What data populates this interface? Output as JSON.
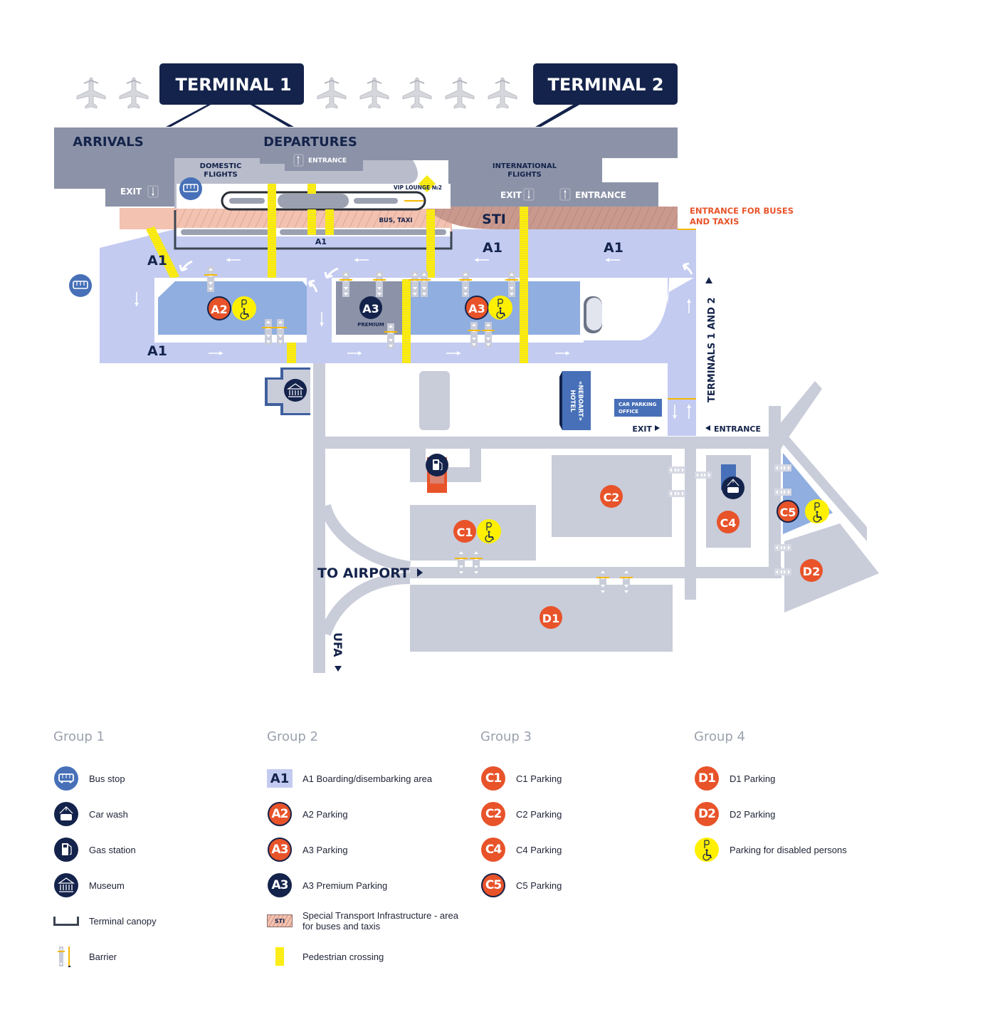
{
  "map": {
    "terminals": [
      {
        "label": "TERMINAL 1"
      },
      {
        "label": "TERMINAL 2"
      }
    ],
    "zones": {
      "arrivals": "ARRIVALS",
      "departures": "DEPARTURES",
      "domestic_flights_1": "DOMESTIC",
      "domestic_flights_2": "FLIGHTS",
      "international_flights_1": "INTERNATIONAL",
      "international_flights_2": "FLIGHTS",
      "entrance_t1": "ENTRANCE",
      "exit_t1": "EXIT",
      "exit_t2": "EXIT",
      "entrance_t2": "ENTRANCE",
      "vip_lounge": "VIP LOUNGE №2",
      "bus_taxi": "BUS, TAXI",
      "sti": "STI",
      "entrance_buses_1": "ENTRANCE FOR BUSES",
      "entrance_buses_2": "AND TAXIS"
    },
    "a1_labels": [
      "A1",
      "A1",
      "A1",
      "A1",
      "A1"
    ],
    "premium_label": "PREMIUM",
    "hotel_1": "«NEBOART»",
    "hotel_2": "HOTEL",
    "car_parking_office_1": "CAR PARKING",
    "car_parking_office_2": "OFFICE",
    "exit_road": "EXIT",
    "entrance_road": "ENTRANCE",
    "terminals_road": "TERMINALS 1 AND 2",
    "to_airport": "TO AIRPORT",
    "ufa": "UFA",
    "parking_badges": {
      "a2": "A2",
      "a3": "A3",
      "a3_premium": "A3",
      "c1": "C1",
      "c2": "C2",
      "c4": "C4",
      "c5": "C5",
      "d1": "D1",
      "d2": "D2",
      "disabled": "P"
    },
    "aircraft_count": 7
  },
  "legend": {
    "groups": [
      {
        "title": "Group 1",
        "items": [
          {
            "icon": "bus-stop-icon",
            "label": "Bus stop"
          },
          {
            "icon": "car-wash-icon",
            "label": "Car wash"
          },
          {
            "icon": "gas-station-icon",
            "label": "Gas station"
          },
          {
            "icon": "museum-icon",
            "label": "Museum"
          },
          {
            "icon": "terminal-canopy-icon",
            "label": "Terminal canopy"
          },
          {
            "icon": "barrier-icon",
            "label": "Barrier"
          }
        ]
      },
      {
        "title": "Group 2",
        "items": [
          {
            "icon": "a1-area-icon",
            "badge": "A1",
            "label": "A1 Boarding/disembarking area"
          },
          {
            "icon": "a2-parking-icon",
            "badge": "A2",
            "label": "A2 Parking"
          },
          {
            "icon": "a3-parking-icon",
            "badge": "A3",
            "label": "A3 Parking"
          },
          {
            "icon": "a3-premium-parking-icon",
            "badge": "A3",
            "label": "A3 Premium Parking"
          },
          {
            "icon": "sti-icon",
            "badge": "STI",
            "label": "Special Transport Infrastructure - area for buses and taxis"
          },
          {
            "icon": "pedestrian-crossing-icon",
            "label": "Pedestrian crossing"
          }
        ]
      },
      {
        "title": "Group 3",
        "items": [
          {
            "icon": "c1-parking-icon",
            "badge": "C1",
            "label": "C1 Parking"
          },
          {
            "icon": "c2-parking-icon",
            "badge": "C2",
            "label": "C2 Parking"
          },
          {
            "icon": "c4-parking-icon",
            "badge": "C4",
            "label": "C4 Parking"
          },
          {
            "icon": "c5-parking-icon",
            "badge": "C5",
            "label": "C5 Parking"
          }
        ]
      },
      {
        "title": "Group 4",
        "items": [
          {
            "icon": "d1-parking-icon",
            "badge": "D1",
            "label": "D1 Parking"
          },
          {
            "icon": "d2-parking-icon",
            "badge": "D2",
            "label": "D2 Parking"
          },
          {
            "icon": "disabled-parking-icon",
            "badge": "P",
            "label": "Parking for disabled persons"
          }
        ]
      }
    ]
  },
  "colors": {
    "navy": "#14234b",
    "terminal_gray": "#8c93a8",
    "light_terminal": "#b8bccb",
    "road_gray": "#c9ccd9",
    "a1_lavender": "#c3cbf1",
    "parking_blue": "#90aedf",
    "sti_pink": "#f3c2b0",
    "orange": "#e8532a",
    "yellow": "#fff000",
    "bus_blue": "#4770b8"
  }
}
